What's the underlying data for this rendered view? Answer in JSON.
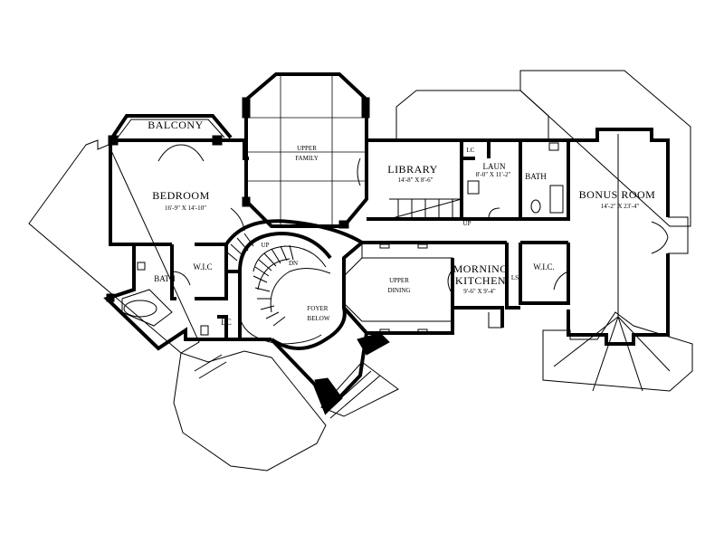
{
  "rooms": {
    "balcony": "BALCONY",
    "bedroom": "BEDROOM",
    "bedroom_size": "16'-9\" X 14'-10\"",
    "bath_master": "BATH",
    "wic_master": "W.I.C",
    "lc": "LC",
    "upper_family_1": "UPPER",
    "upper_family_2": "FAMILY",
    "library": "LIBRARY",
    "library_size": "14'-8\" X 8'-6\"",
    "lc_top": "LC",
    "laun": "LAUN",
    "laun_size": "8'-0\" X 11'-2\"",
    "bath_upper": "BATH",
    "bonus_room": "BONUS ROOM",
    "bonus_size": "14'-2\" X 23'-4\"",
    "wic_right": "W.I.C.",
    "ls": "LS",
    "morning_1": "MORNING",
    "morning_2": "KITCHEN",
    "morning_size": "9'-6\" X 9'-4\"",
    "upper_dining_1": "UPPER",
    "upper_dining_2": "DINING",
    "foyer_1": "FOYER",
    "foyer_2": "BELOW",
    "up_stair": "UP",
    "dn_stair": "DN",
    "up_library": "UP"
  }
}
